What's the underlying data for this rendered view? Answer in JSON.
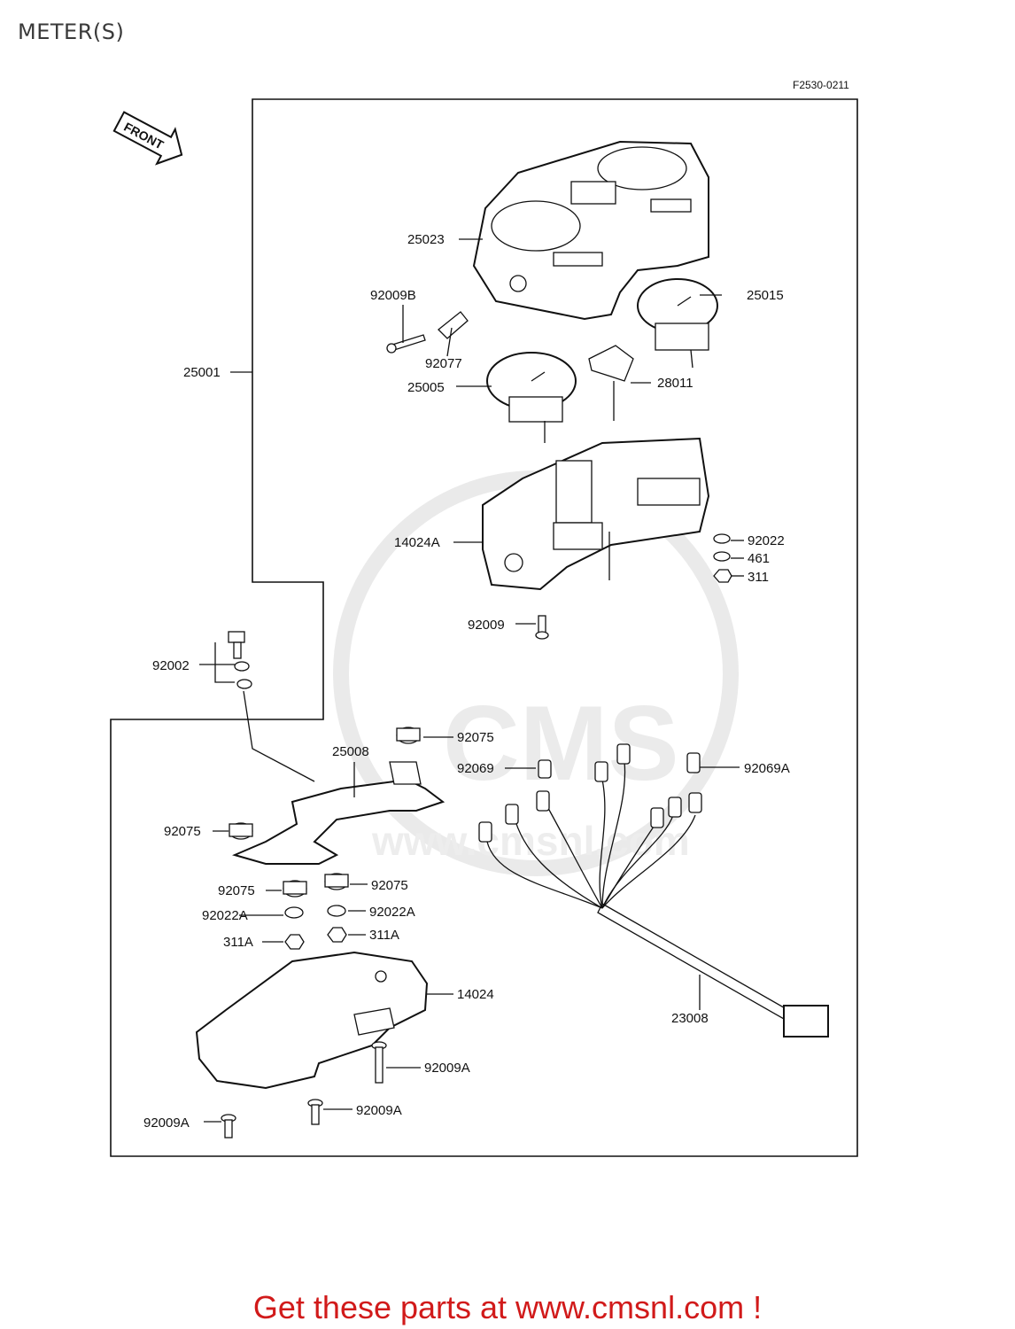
{
  "title": "METER(S)",
  "figure_code": "F2530-0211",
  "direction_label": "FRONT",
  "watermark": "CMS www.cmsnl.com",
  "callouts": [
    {
      "id": "c-25023",
      "label": "25023"
    },
    {
      "id": "c-92009b",
      "label": "92009B"
    },
    {
      "id": "c-92077",
      "label": "92077"
    },
    {
      "id": "c-25015",
      "label": "25015"
    },
    {
      "id": "c-25001",
      "label": "25001"
    },
    {
      "id": "c-25005",
      "label": "25005"
    },
    {
      "id": "c-28011",
      "label": "28011"
    },
    {
      "id": "c-14024a",
      "label": "14024A"
    },
    {
      "id": "c-92022",
      "label": "92022"
    },
    {
      "id": "c-461",
      "label": "461"
    },
    {
      "id": "c-311",
      "label": "311"
    },
    {
      "id": "c-92009",
      "label": "92009"
    },
    {
      "id": "c-92002",
      "label": "92002"
    },
    {
      "id": "c-92075-top",
      "label": "92075"
    },
    {
      "id": "c-25008",
      "label": "25008"
    },
    {
      "id": "c-92069",
      "label": "92069"
    },
    {
      "id": "c-92069a",
      "label": "92069A"
    },
    {
      "id": "c-92075-left",
      "label": "92075"
    },
    {
      "id": "c-92075-mid-left",
      "label": "92075"
    },
    {
      "id": "c-92075-mid-right",
      "label": "92075"
    },
    {
      "id": "c-92022a-left",
      "label": "92022A"
    },
    {
      "id": "c-92022a-right",
      "label": "92022A"
    },
    {
      "id": "c-311a-left",
      "label": "311A"
    },
    {
      "id": "c-311a-right",
      "label": "311A"
    },
    {
      "id": "c-14024",
      "label": "14024"
    },
    {
      "id": "c-23008",
      "label": "23008"
    },
    {
      "id": "c-92009a-right",
      "label": "92009A"
    },
    {
      "id": "c-92009a-mid",
      "label": "92009A"
    },
    {
      "id": "c-92009a-left",
      "label": "92009A"
    }
  ],
  "cta": "Get these parts at www.cmsnl.com !",
  "colors": {
    "cta": "#d11a1a",
    "ink": "#111111",
    "watermark": "#e6e6e6"
  }
}
